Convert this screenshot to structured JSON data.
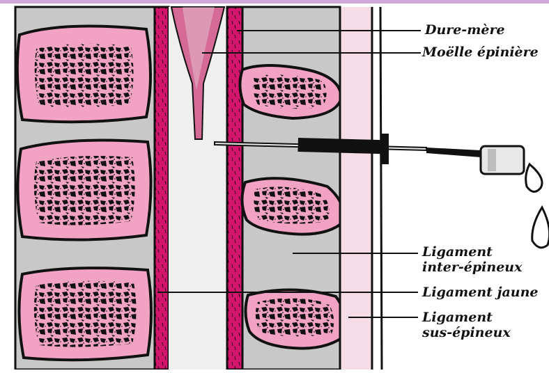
{
  "labels": {
    "dure_mere": "Dure-mère",
    "moelle": "Moëlle épinière",
    "lig_inter_1": "Ligament",
    "lig_inter_2": "inter-épineux",
    "lig_jaune": "Ligament jaune",
    "lig_sus_1": "Ligament",
    "lig_sus_2": "sus-épineux"
  },
  "colors": {
    "bone_pink": "#f2a3c4",
    "dura_magenta": "#d4156e",
    "cord_pink": "#d46a95",
    "disc_gray": "#c8c8c8",
    "skin_pink": "#f6dce6",
    "outline": "#111111"
  },
  "icons": [
    "syringe-needle",
    "csf-drop"
  ]
}
